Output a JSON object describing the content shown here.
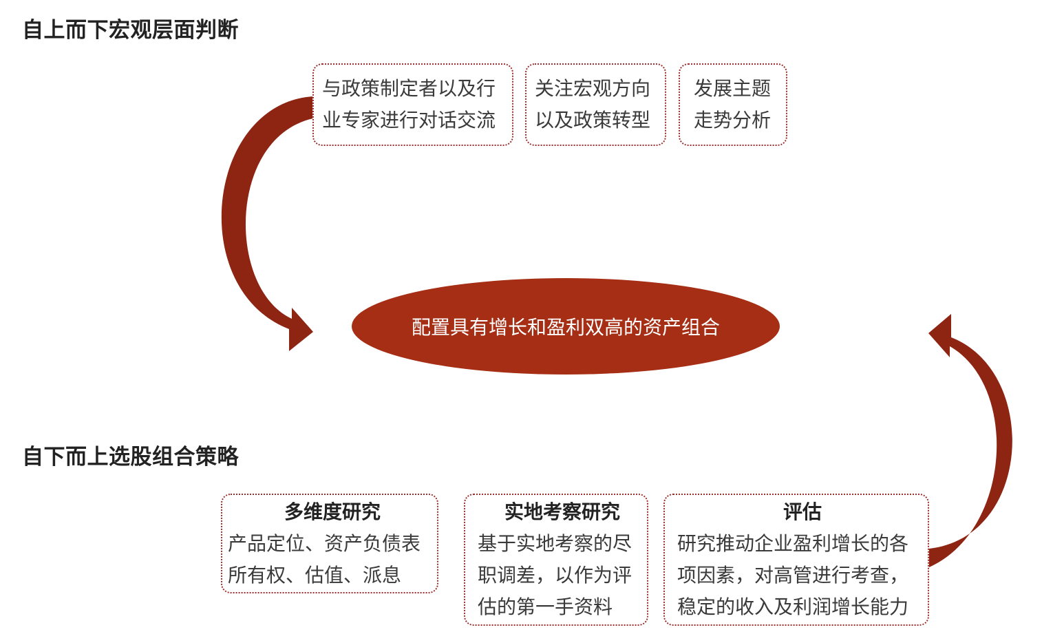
{
  "sections": {
    "top_title": "自上而下宏观层面判断",
    "bottom_title": "自下而上选股组合策略"
  },
  "top_boxes": [
    {
      "lines": [
        "与政策制定者以及行",
        "业专家进行对话交流"
      ]
    },
    {
      "lines": [
        "关注宏观方向",
        "以及政策转型"
      ]
    },
    {
      "lines": [
        "发展主题",
        "走势分析"
      ]
    }
  ],
  "center": {
    "label": "配置具有增长和盈利双高的资产组合"
  },
  "bottom_boxes": [
    {
      "heading": "多维度研究",
      "lines": [
        "产品定位、资产负债表",
        "所有权、估值、派息"
      ]
    },
    {
      "heading": "实地考察研究",
      "lines": [
        "基于实地考察的尽",
        "职调差，以作为评",
        "估的第一手资料"
      ]
    },
    {
      "heading": "评估",
      "lines": [
        "研究推动企业盈利增长的各",
        "项因素，对高管进行考查，",
        "稳定的收入及利润增长能力"
      ]
    }
  ],
  "colors": {
    "accent": "#a52e14",
    "arrow": "#8e2412",
    "border": "#9b2d2a"
  }
}
